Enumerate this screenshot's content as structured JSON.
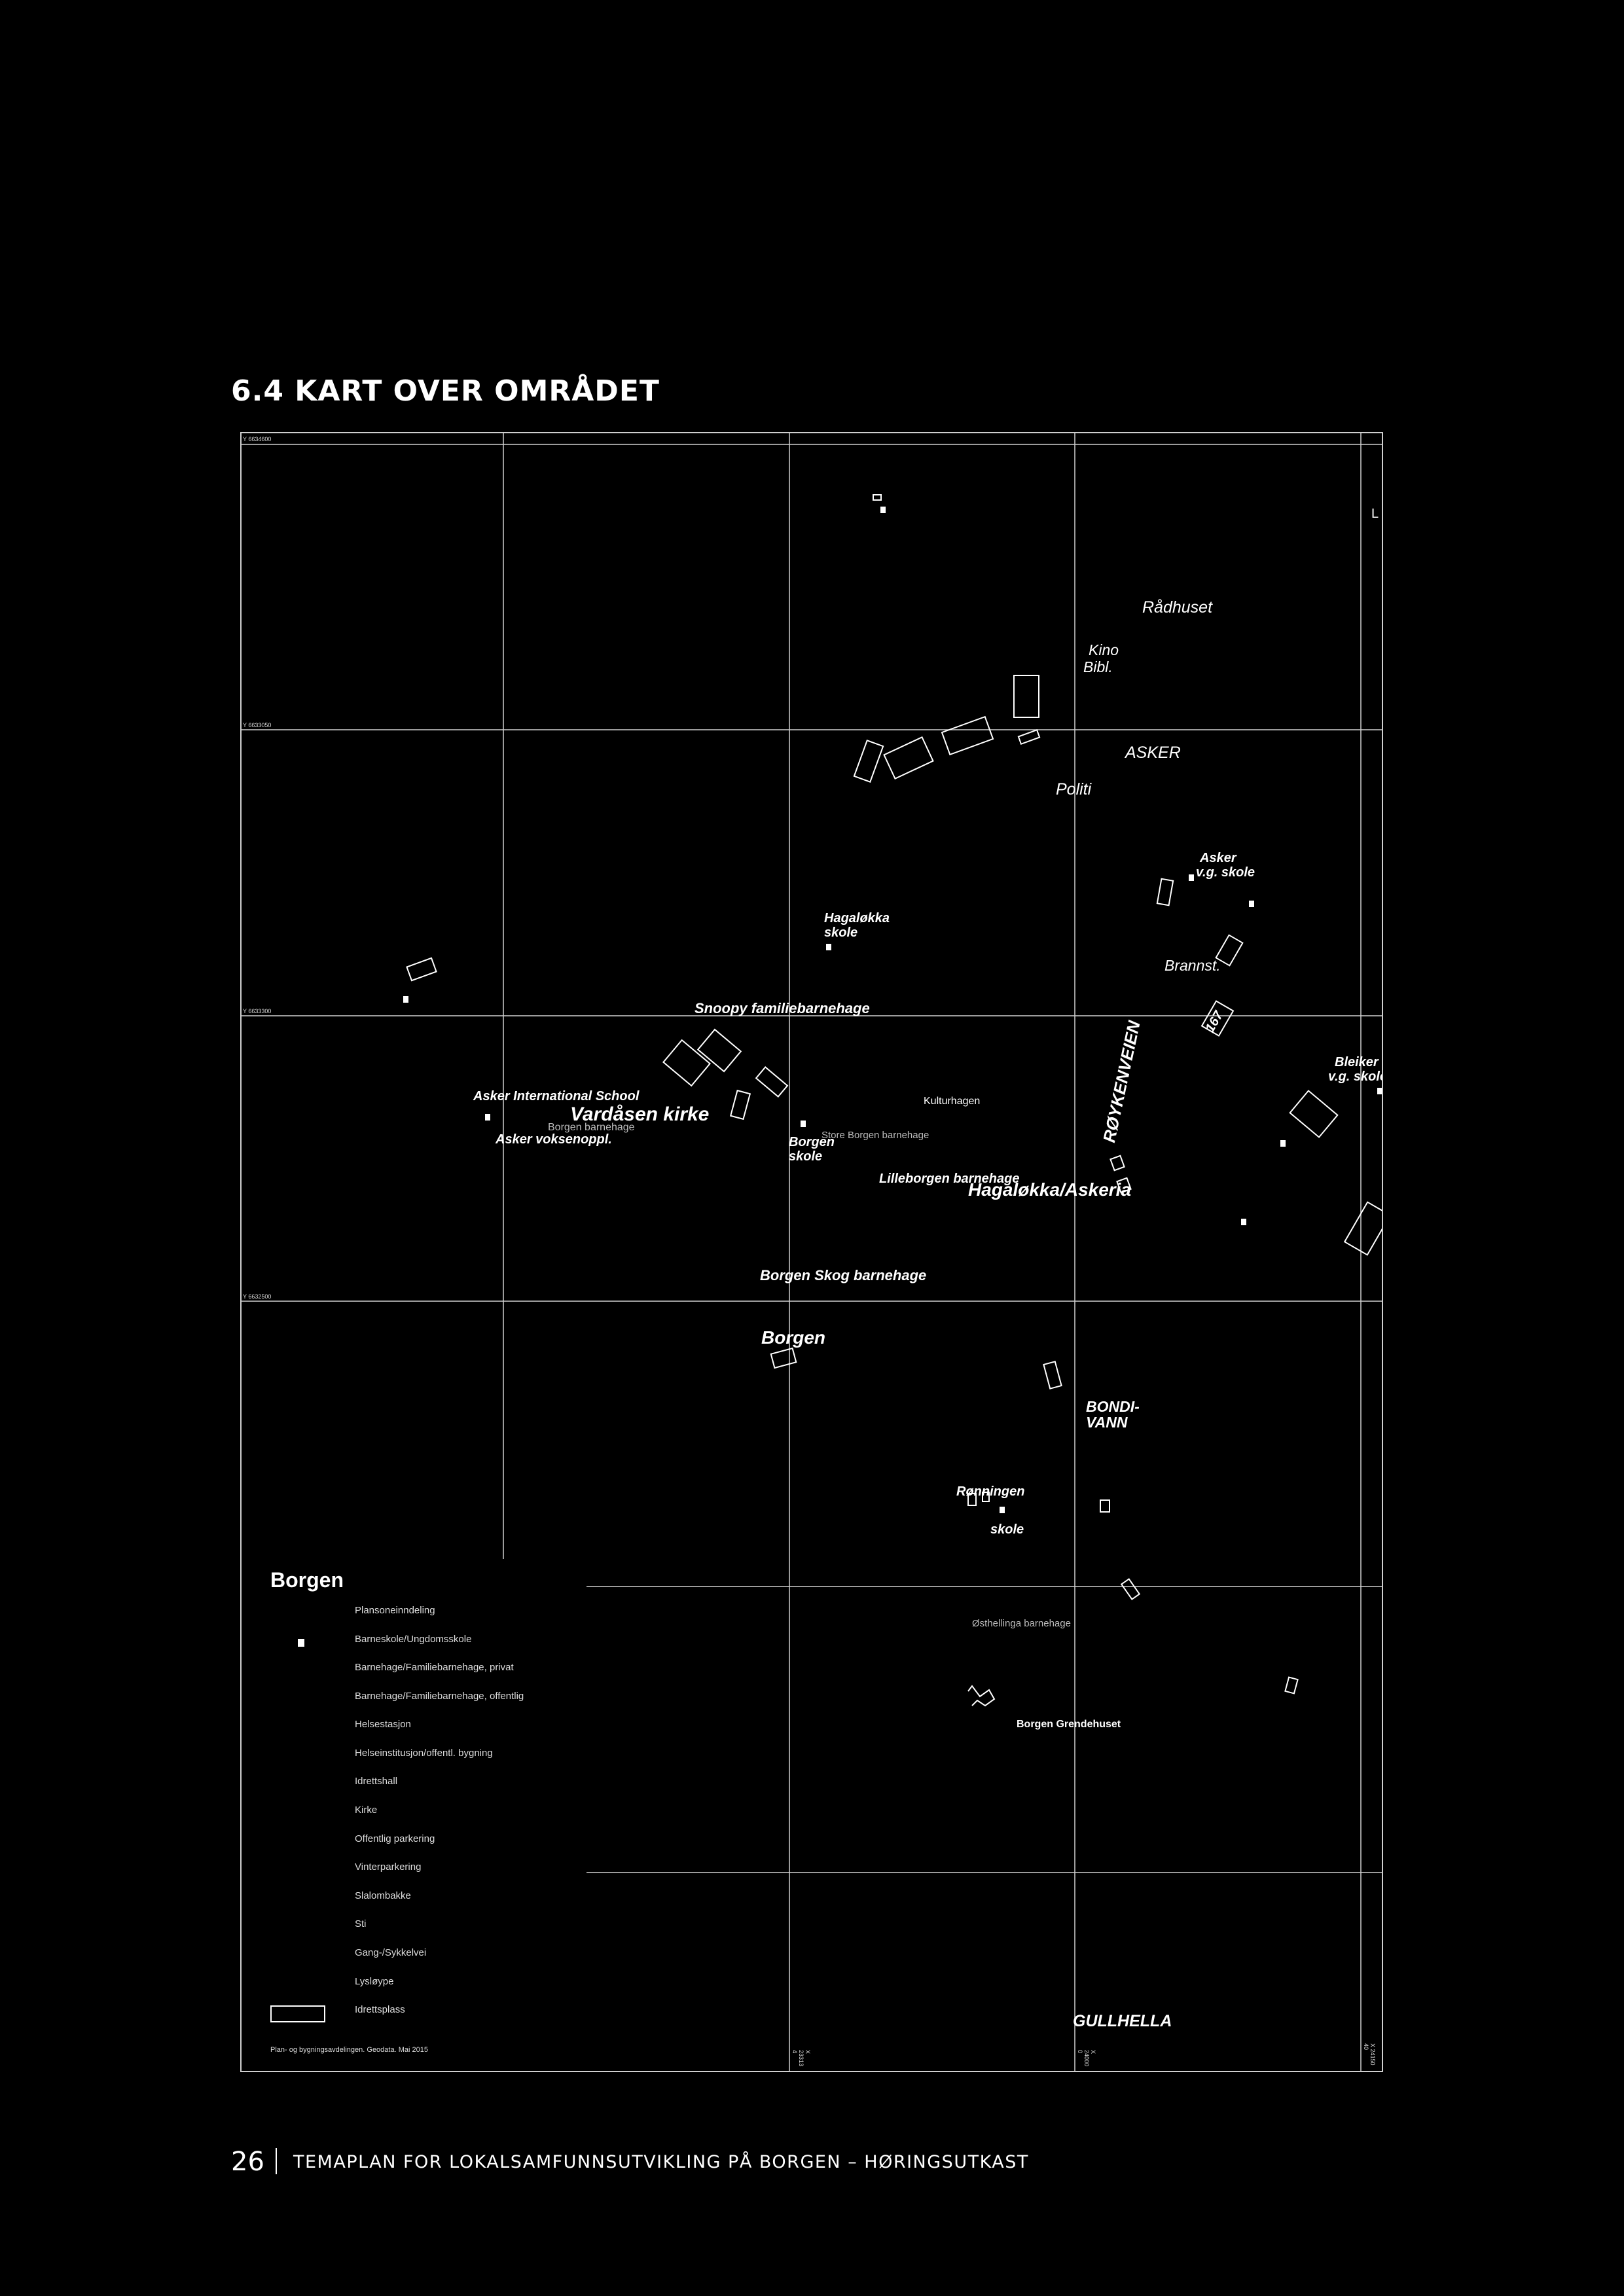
{
  "heading": "6.4 KART OVER OMRÅDET",
  "map": {
    "coords": {
      "top_left": "Y 6634600",
      "row2": "Y 6633050",
      "row3": "Y 6633300",
      "row4": "Y 6632500",
      "bottom1": "X 23313 4",
      "bottom2": "X 24000 0",
      "bottom3": "X 24150 40"
    },
    "labels": {
      "radhuset": "Rådhuset",
      "kino": "Kino",
      "bibl": "Bibl.",
      "asker": "ASKER",
      "politi": "Politi",
      "asker_vg_1": "Asker",
      "asker_vg_2": "v.g. skole",
      "hagaløkka_1": "Hagaløkka",
      "hagaløkka_2": "skole",
      "brannst": "Brannst.",
      "snoopy": "Snoopy familiebarnehage",
      "ais": "Asker International School",
      "vardasen": "Vardåsen kirke",
      "borgen_bh": "Borgen barnehage",
      "voksenoppl": "Asker voksenoppl.",
      "kulturhagen": "Kulturhagen",
      "store_borgen": "Store Borgen barnehage",
      "borgen_skole_1": "Borgen",
      "borgen_skole_2": "skole",
      "lilleborgen": "Lilleborgen barnehage",
      "hagatokka_askeria": "Hagaløkka/Askeria",
      "roykenveien": "RØYKENVEIEN",
      "road_167": "167",
      "bleiker_1": "Bleiker",
      "bleiker_2": "v.g. skole",
      "borgen_skog": "Borgen Skog barnehage",
      "borgen_area": "Borgen",
      "bondivann_1": "BONDI-",
      "bondivann_2": "VANN",
      "ronningen_1": "Rønningen",
      "ronningen_2": "skole",
      "ostlinga": "Østhellinga barnehage",
      "grendehuset": "Borgen Grendehuset",
      "gullhella": "GULLHELLA",
      "top_right_fragment": "L"
    }
  },
  "legend": {
    "title": "Borgen",
    "items": [
      "Plansoneinndeling",
      "Barneskole/Ungdomsskole",
      "Barnehage/Familiebarnehage, privat",
      "Barnehage/Familiebarnehage, offentlig",
      "Helsestasjon",
      "Helseinstitusjon/offentl. bygning",
      "Idrettshall",
      "Kirke",
      "Offentlig parkering",
      "Vinterparkering",
      "Slalombakke",
      "Sti",
      "Gang-/Sykkelvei",
      "Lysløype",
      "Idrettsplass"
    ],
    "source": "Plan- og bygningsavdelingen. Geodata. Mai 2015"
  },
  "footer": {
    "page_number": "26",
    "title": "TEMAPLAN FOR LOKALSAMFUNNSUTVIKLING PÅ BORGEN – HØRINGSUTKAST"
  },
  "colors": {
    "background": "#000000",
    "lines": "#cfcfcf",
    "text": "#ffffff"
  }
}
